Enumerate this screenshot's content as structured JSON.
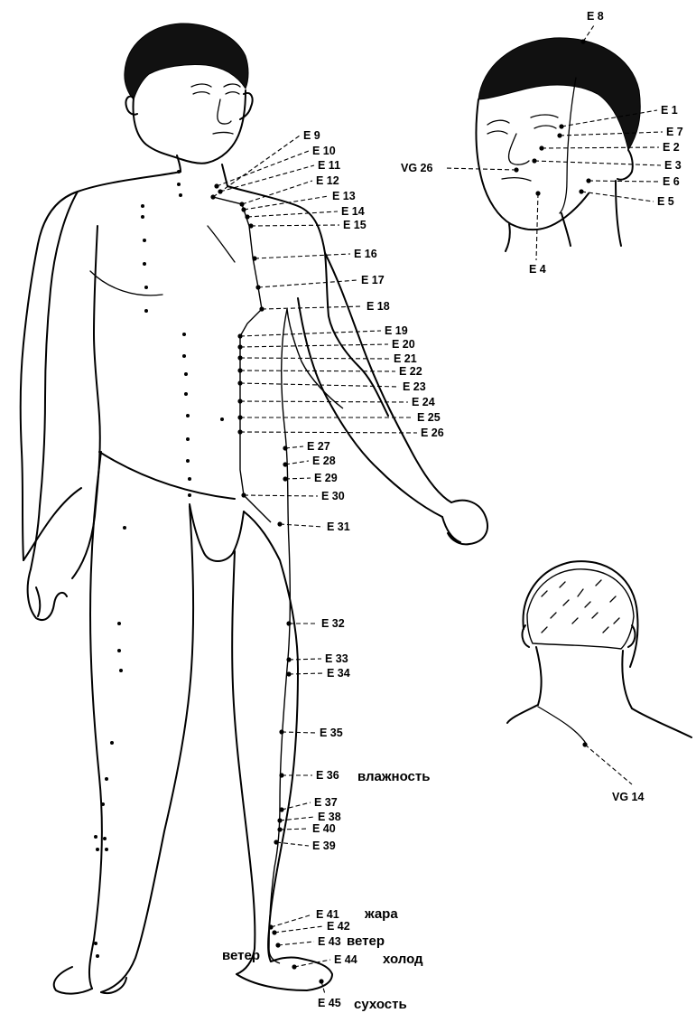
{
  "main_figure": {
    "stomach_points": [
      {
        "id": "e9",
        "label": "E 9"
      },
      {
        "id": "e10",
        "label": "E 10"
      },
      {
        "id": "e11",
        "label": "E 11"
      },
      {
        "id": "e12",
        "label": "E 12"
      },
      {
        "id": "e13",
        "label": "E 13"
      },
      {
        "id": "e14",
        "label": "E 14"
      },
      {
        "id": "e15",
        "label": "E 15"
      },
      {
        "id": "e16",
        "label": "E 16"
      },
      {
        "id": "e17",
        "label": "E 17"
      },
      {
        "id": "e18",
        "label": "E 18"
      },
      {
        "id": "e19",
        "label": "E 19"
      },
      {
        "id": "e20",
        "label": "E 20"
      },
      {
        "id": "e21",
        "label": "E 21"
      },
      {
        "id": "e22",
        "label": "E 22"
      },
      {
        "id": "e23",
        "label": "E 23"
      },
      {
        "id": "e24",
        "label": "E 24"
      },
      {
        "id": "e25",
        "label": "E 25"
      },
      {
        "id": "e26",
        "label": "E 26"
      },
      {
        "id": "e27",
        "label": "E 27"
      },
      {
        "id": "e28",
        "label": "E 28"
      },
      {
        "id": "e29",
        "label": "E 29"
      },
      {
        "id": "e30",
        "label": "E 30"
      },
      {
        "id": "e31",
        "label": "E 31"
      },
      {
        "id": "e32",
        "label": "E 32"
      },
      {
        "id": "e33",
        "label": "E 33"
      },
      {
        "id": "e34",
        "label": "E 34"
      },
      {
        "id": "e35",
        "label": "E 35"
      },
      {
        "id": "e36",
        "label": "E 36"
      },
      {
        "id": "e37",
        "label": "E 37"
      },
      {
        "id": "e38",
        "label": "E 38"
      },
      {
        "id": "e40",
        "label": "E 40"
      },
      {
        "id": "e39",
        "label": "E 39"
      },
      {
        "id": "e41",
        "label": "E 41"
      },
      {
        "id": "e42",
        "label": "E 42"
      },
      {
        "id": "e43",
        "label": "E 43"
      },
      {
        "id": "e44",
        "label": "E 44"
      },
      {
        "id": "e45",
        "label": "E 45"
      }
    ],
    "annotations": {
      "e36": "влажность",
      "e41": "жара",
      "e43": "ветер",
      "e44": "холод",
      "e45": "сухость",
      "foot_left": "ветер"
    }
  },
  "head_figure": {
    "points": [
      {
        "id": "e8",
        "label": "E 8"
      },
      {
        "id": "e1",
        "label": "E 1"
      },
      {
        "id": "e7",
        "label": "E 7"
      },
      {
        "id": "e2",
        "label": "E 2"
      },
      {
        "id": "vg26",
        "label": "VG 26"
      },
      {
        "id": "e3",
        "label": "E 3"
      },
      {
        "id": "e6",
        "label": "E 6"
      },
      {
        "id": "e5",
        "label": "E 5"
      },
      {
        "id": "e4",
        "label": "E 4"
      }
    ]
  },
  "back_figure": {
    "points": [
      {
        "id": "vg14",
        "label": "VG 14"
      }
    ]
  }
}
